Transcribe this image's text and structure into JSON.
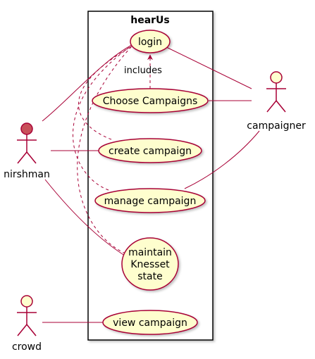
{
  "system": {
    "title": "hearUs"
  },
  "use_cases": {
    "login": {
      "label": "login"
    },
    "choose_campaigns": {
      "label": "Choose Campaigns"
    },
    "create_campaign": {
      "label": "create campaign"
    },
    "manage_campaign": {
      "label": "manage campaign"
    },
    "maintain_knesset_state": {
      "lines": [
        "maintain",
        "Knesset",
        "state"
      ]
    },
    "view_campaign": {
      "label": "view campaign"
    }
  },
  "actors": {
    "nirshman": {
      "label": "nirshman"
    },
    "campaigner": {
      "label": "campaigner"
    },
    "crowd": {
      "label": "crowd"
    }
  },
  "relations": {
    "includes_label": "includes"
  },
  "colors": {
    "usecase_fill": "#FEFECE",
    "line": "#A80036",
    "nirshman_fill": "#C8505A",
    "actor_fill": "#FEFECE",
    "frame": "#000000"
  }
}
